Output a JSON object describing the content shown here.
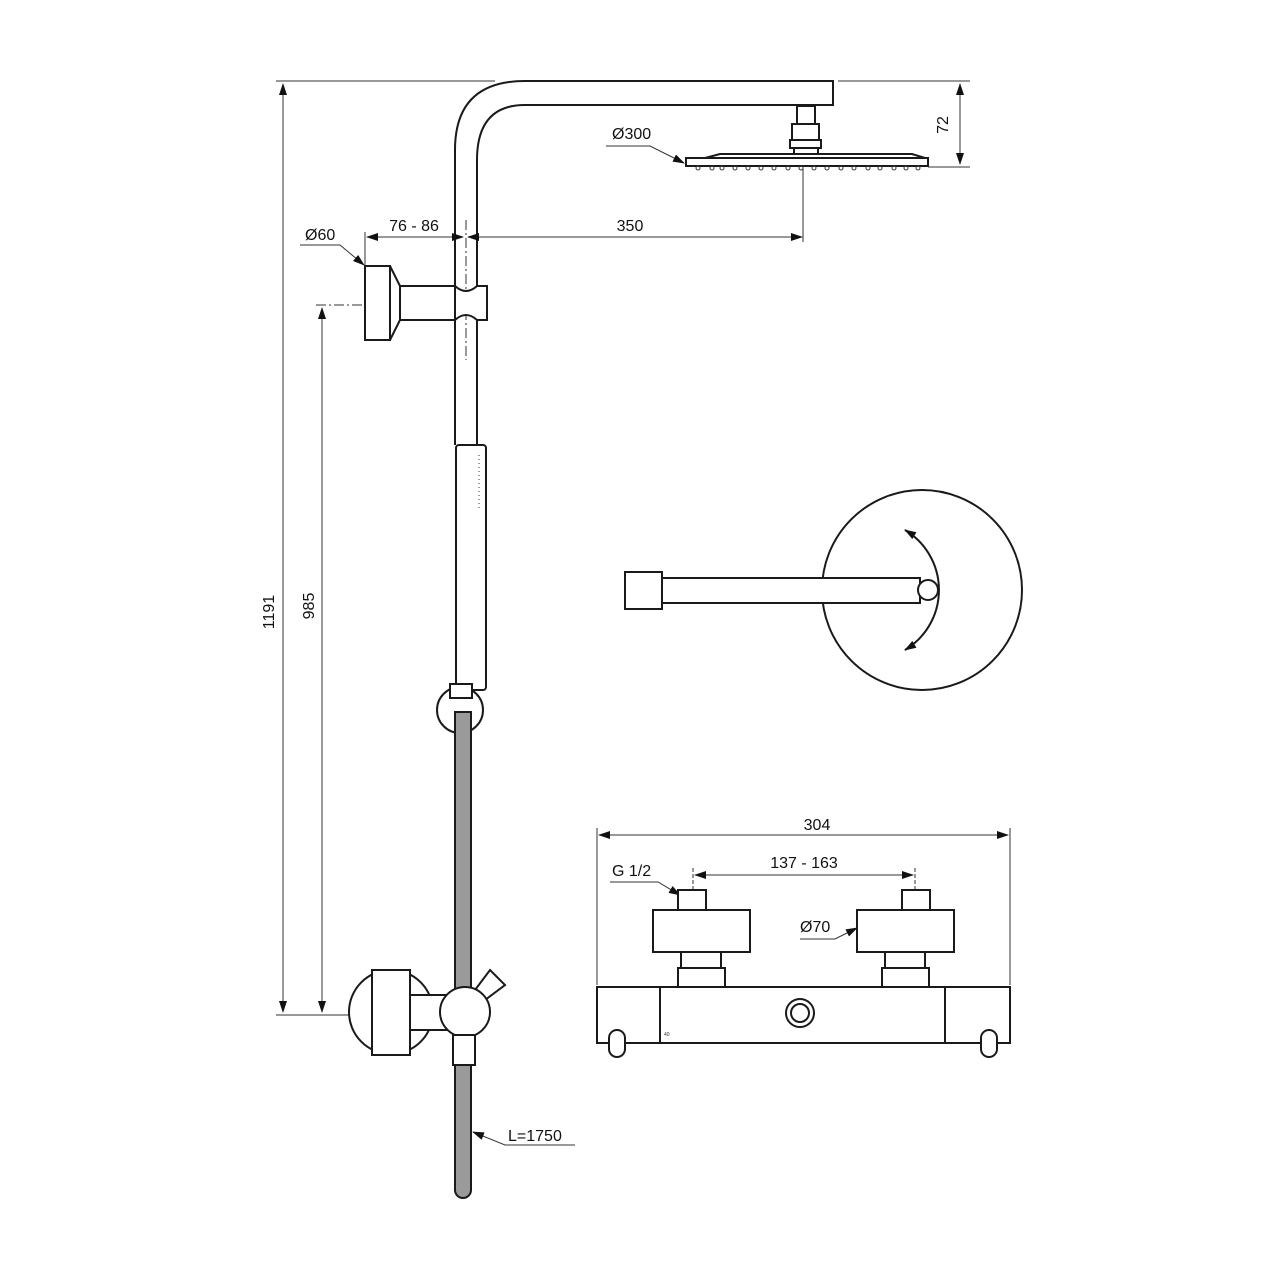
{
  "title": "Shower system technical drawing",
  "dimensions": {
    "total_height": "1191",
    "bracket_height": "985",
    "bracket_diameter": "Ø60",
    "wall_offset": "76 - 86",
    "arm_reach": "350",
    "head_diameter": "Ø300",
    "head_drop": "72",
    "hose_length": "L=1750"
  },
  "mixer": {
    "overall_width": "304",
    "inlet_spacing": "137 - 163",
    "thread": "G 1/2",
    "cover_diameter": "Ø70",
    "temp_mark": "40"
  },
  "colors": {
    "line": "#1a1a1a",
    "hose": "#9a9a9a"
  }
}
